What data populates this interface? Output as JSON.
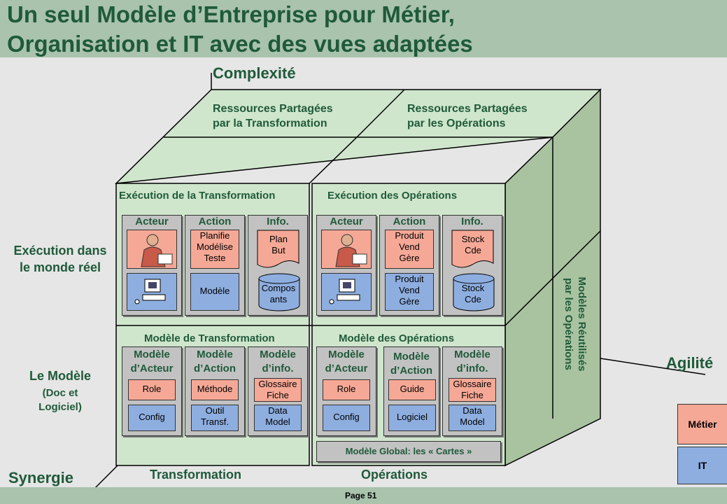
{
  "title": {
    "line1": "Un seul Modèle d’Entreprise pour Métier,",
    "line2": "Organisation et IT avec des vues adaptées"
  },
  "axes": {
    "complexity": "Complexité",
    "agility": "Agilité",
    "synergy": "Synergie"
  },
  "top_faces": {
    "left": "Ressources Partagées\npar la Transformation",
    "right": "Ressources Partagées\npar les Opérations"
  },
  "side_face": {
    "label": "Modèles Réutilisés\npar les Opérations"
  },
  "row_labels": {
    "execution": "Exécution dans\nle monde réel",
    "model": "Le Modèle",
    "model_sub": "(Doc et\nLogiciel)"
  },
  "column_labels": {
    "transformation": "Transformation",
    "operations": "Opérations"
  },
  "panels": {
    "exec_transformation": {
      "title": "Exécution de la Transformation",
      "acteur": "Acteur",
      "action": "Action",
      "info": "Info.",
      "action_top": "Planifie\nModélise\nTeste",
      "action_bottom": "Modèle",
      "info_doc": "Plan\nBut",
      "info_db": "Compos\nants"
    },
    "exec_operations": {
      "title": "Exécution des Opérations",
      "acteur": "Acteur",
      "action": "Action",
      "info": "Info.",
      "action_top": "Produit\nVend\nGère",
      "action_bottom": "Produit\nVend\nGère",
      "info_doc": "Stock\nCde",
      "info_db": "Stock\nCde"
    },
    "model_transformation": {
      "title": "Modèle de Transformation",
      "acteur": "Modèle\nd’Acteur",
      "action": "Modèle\nd’Action",
      "info": "Modèle\nd’info.",
      "acteur_top": "Role",
      "acteur_bottom": "Config",
      "action_top": "Méthode",
      "action_bottom": "Outil\nTransf.",
      "info_top": "Glossaire\nFiche",
      "info_bottom": "Data\nModel"
    },
    "model_operations": {
      "title": "Modèle des Opérations",
      "acteur": "Modèle\nd’Acteur",
      "action": "Modèle\nd’Action",
      "info": "Modèle\nd’info.",
      "acteur_top": "Role",
      "acteur_bottom": "Config",
      "action_top": "Guide",
      "action_bottom": "Logiciel",
      "info_top": "Glossaire\nFiche",
      "info_bottom": "Data\nModel",
      "global": "Modèle Global: les  « Cartes »"
    }
  },
  "legend": {
    "metier": "Métier",
    "it": "IT"
  },
  "footer": {
    "page": "Page  51"
  },
  "colors": {
    "title_band": "#a9c3ad",
    "face_green": "#cfe6cc",
    "side_green": "#a9c3a0",
    "metier": "#f6a896",
    "it": "#8eaee0",
    "text_green": "#1f5a3a"
  }
}
